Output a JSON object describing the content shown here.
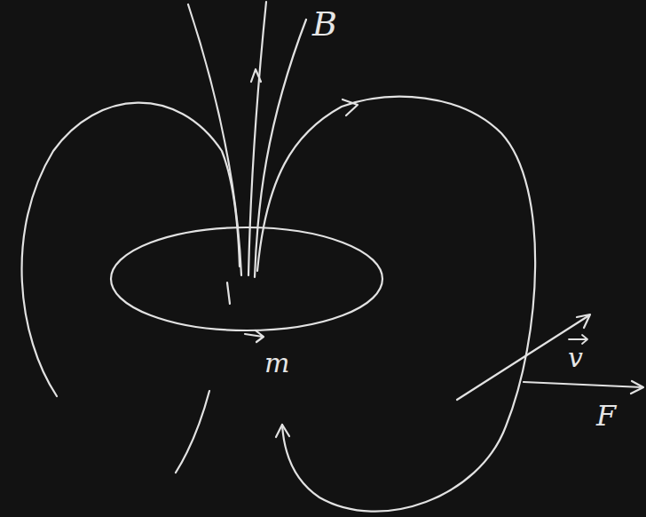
{
  "diagram": {
    "labels": [
      "B",
      "m",
      "v",
      "F"
    ]
  }
}
